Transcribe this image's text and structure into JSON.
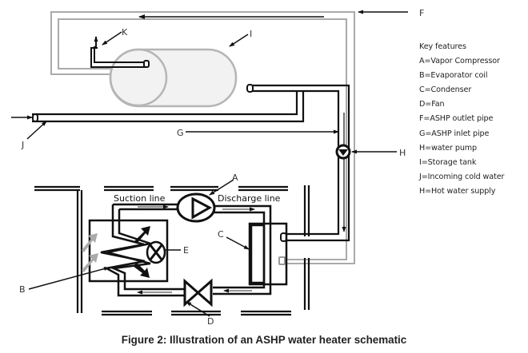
{
  "figure": {
    "caption": "Figure 2: Illustration of an ASHP water heater schematic"
  },
  "labels": {
    "A": "A",
    "B": "B",
    "C": "C",
    "D": "D",
    "E": "E",
    "F": "F",
    "G": "G",
    "H": "H",
    "I": "I",
    "J": "J",
    "K": "K",
    "suction_line": "Suction line",
    "discharge_line": "Discharge line"
  },
  "legend": {
    "title": "Key features",
    "items": [
      "A=Vapor Compressor",
      "B=Evaporator coil",
      "C=Condenser",
      "D=Fan",
      "F=ASHP outlet pipe",
      "G=ASHP inlet pipe",
      "H=water pump",
      "I=Storage tank",
      "J=Incoming cold water",
      "H=Hot water supply"
    ]
  },
  "colors": {
    "pipe": "#111111",
    "outlet_pipe": "#aaaaaa",
    "tank_fill": "#f2f2f2",
    "tank_stroke": "#b5b5b5",
    "air_arrow": "#aaaaaa"
  }
}
